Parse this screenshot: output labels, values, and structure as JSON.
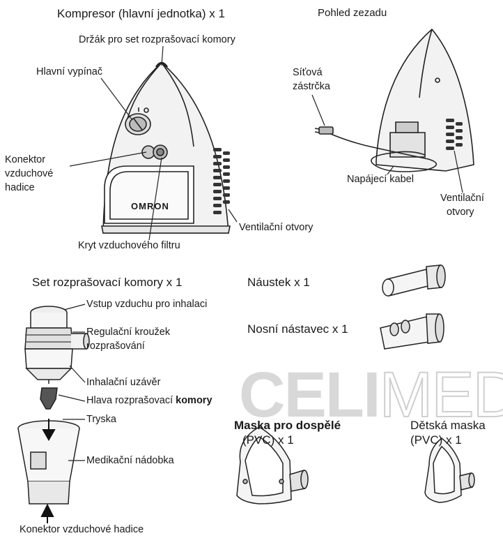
{
  "headings": {
    "compressor": "Kompresor (hlavní jednotka) x 1",
    "rear_view": "Pohled zezadu",
    "nebulizer_kit": "Set rozprašovací komory x 1",
    "mouthpiece": "Náustek x 1",
    "nasal_piece": "Nosní nástavec x 1",
    "adult_mask_line1": "Maska pro dospělé",
    "adult_mask_line2": "(PVC) x 1",
    "child_mask_line1": "Dětská maska",
    "child_mask_line2": "(PVC) x 1"
  },
  "compressor_labels": {
    "holder": "Držák pro set rozprašovací komory",
    "power_switch": "Hlavní vypínač",
    "air_connector_1": "Konektor",
    "air_connector_2": "vzduchové",
    "air_connector_3": "hadice",
    "vents": "Ventilační otvory",
    "filter_cover": "Kryt vzduchového filtru",
    "brand": "omron"
  },
  "rear_labels": {
    "plug_1": "Síťová",
    "plug_2": "zástrčka",
    "power_cable": "Napájecí kabel",
    "vents_1": "Ventilační",
    "vents_2": "otvory"
  },
  "kit_labels": {
    "air_inlet": "Vstup vzduchu pro inhalaci",
    "ring_1": "Regulační kroužek",
    "ring_2": "rozprašování",
    "valve": "Inhalační uzávěr",
    "head_prefix": "Hlava rozprašovací ",
    "head_bold": "komory",
    "nozzle": "Tryska",
    "container": "Medikační nádobka",
    "hose_connector": "Konektor vzduchové hadice"
  },
  "watermark": {
    "part1": "CELI",
    "part2": "MED"
  }
}
